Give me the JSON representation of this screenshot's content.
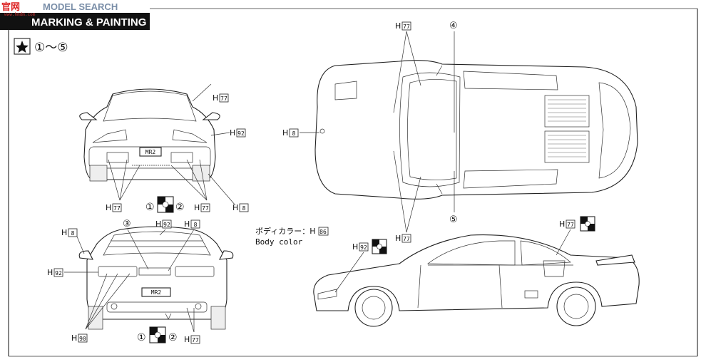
{
  "header": {
    "title": "MARKING & PAINTING",
    "watermark_cn": "官网",
    "watermark_en": "MODEL SEARCH",
    "watermark_url": "www.hmdm.com"
  },
  "legend": {
    "range_text": "①～⑤"
  },
  "body_color": {
    "jp": "ボディカラー：H",
    "code": "86",
    "en": "Body color"
  },
  "labels": {
    "h_prefix": "H",
    "c77": "77",
    "c92": "92",
    "c8": "8",
    "c90": "90",
    "n1": "①",
    "n2": "②",
    "n3": "③",
    "n4": "④",
    "n5": "⑤"
  },
  "plates": {
    "front": "MR2",
    "rear": "MR2"
  }
}
